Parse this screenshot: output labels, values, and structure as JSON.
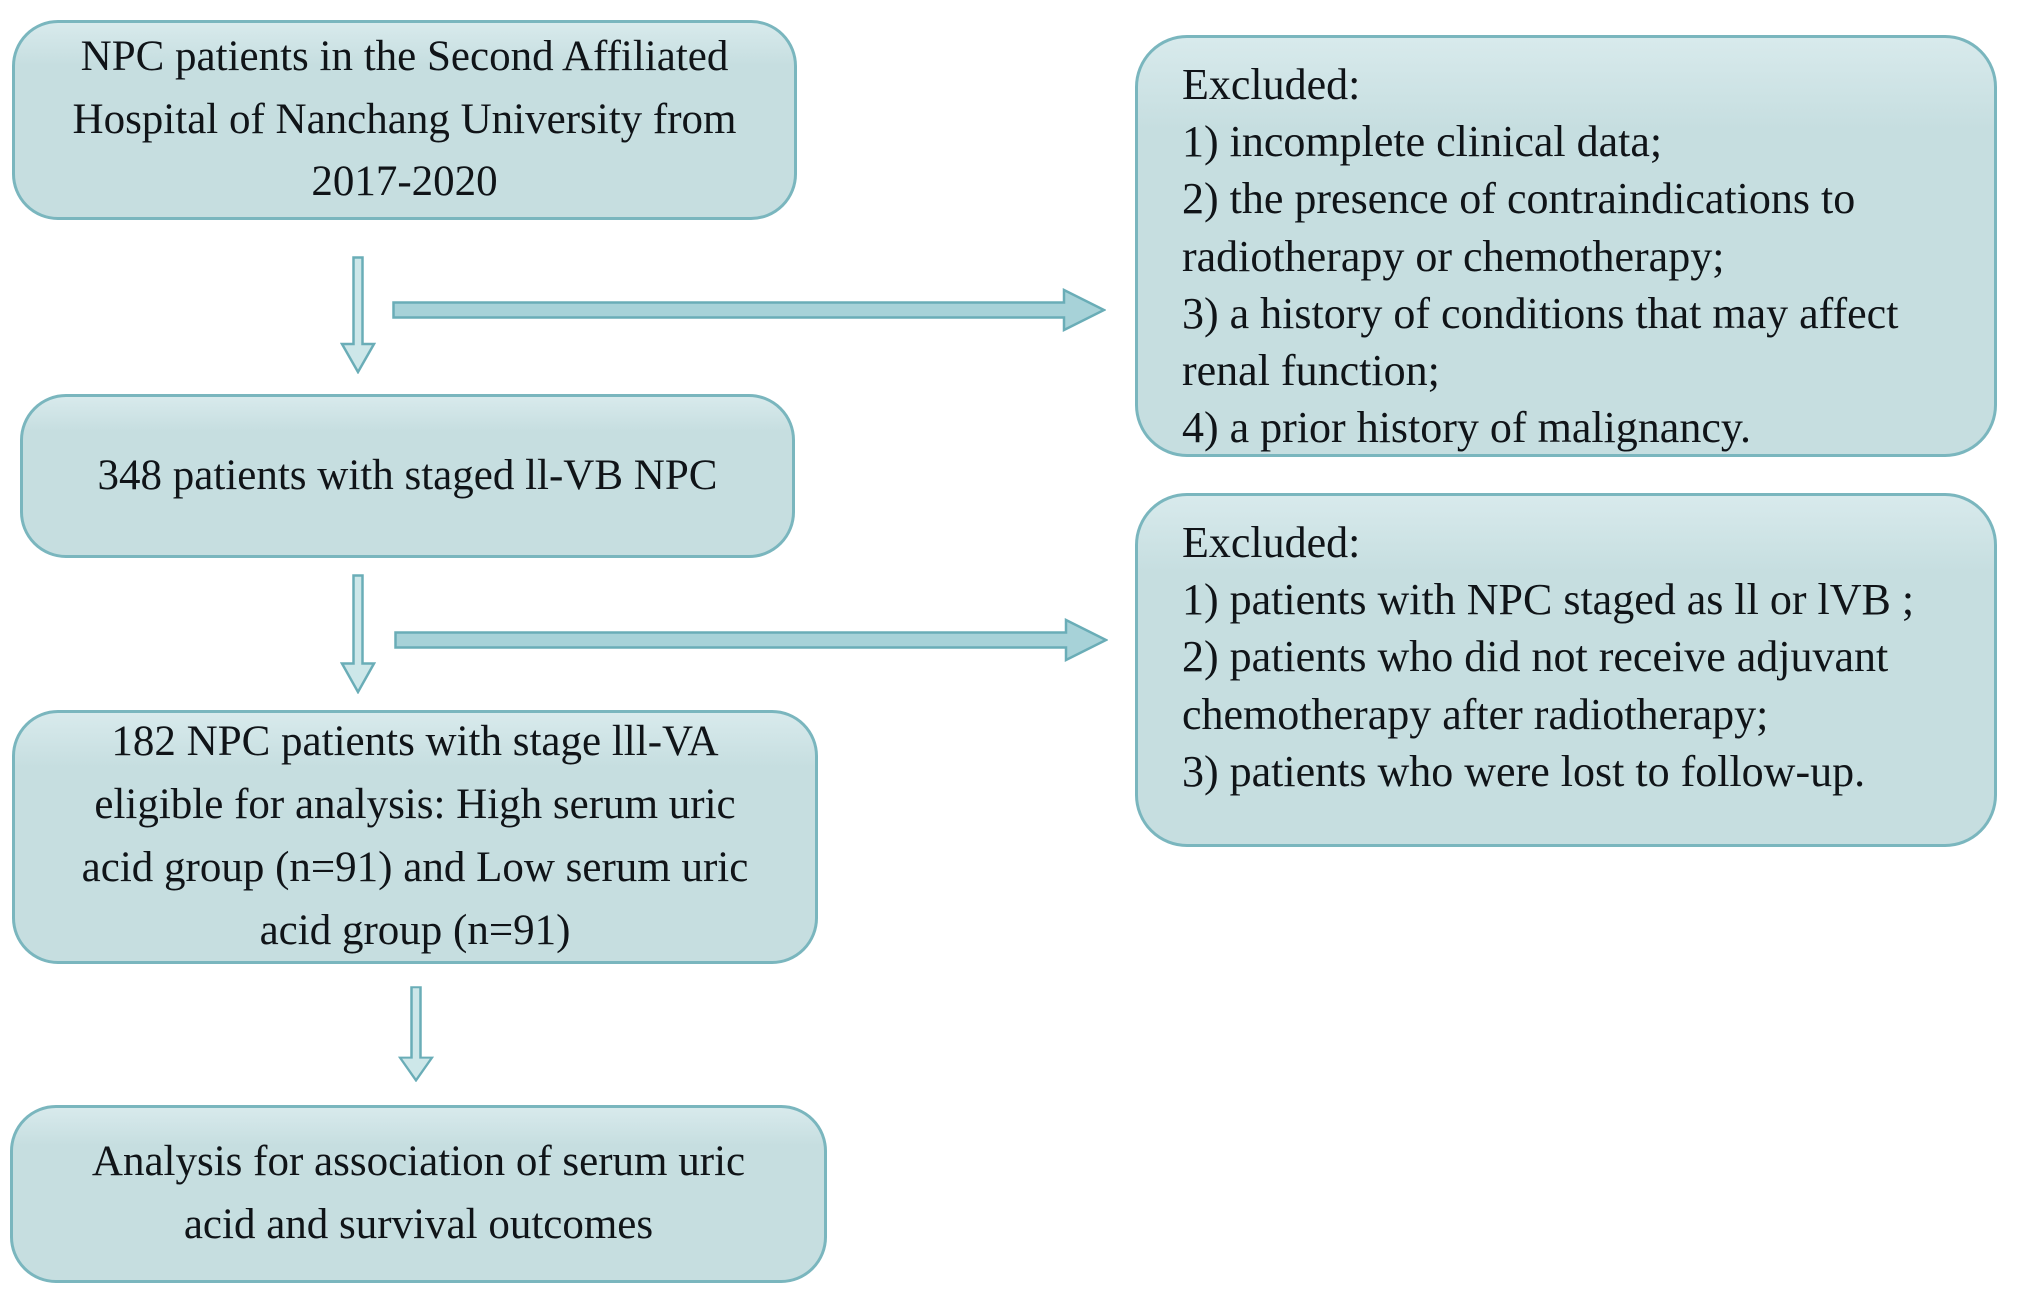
{
  "palette": {
    "background": "#ffffff",
    "box_fill": "#c6dee0",
    "box_fill_light": "#d8eaec",
    "box_border": "#7ab6be",
    "arrow_fill": "#a7d2d8",
    "arrow_fill_light": "#cde7e9",
    "arrow_border": "#6aadb7",
    "text": "#101418"
  },
  "flow": {
    "left": [
      {
        "text": "NPC patients in the Second Affiliated Hospital of Nanchang University from 2017-2020"
      },
      {
        "text": "348 patients with staged ll-VB NPC"
      },
      {
        "text": "182 NPC patients with stage lll-VA eligible for analysis: High serum uric acid group (n=91) and Low serum uric acid group (n=91)"
      },
      {
        "text": "Analysis for association of serum uric acid and survival outcomes"
      }
    ],
    "right": [
      {
        "heading": "Excluded:",
        "items": [
          "1) incomplete clinical data;",
          "2) the presence of contraindications to radiotherapy or chemotherapy;",
          "3) a history of conditions that may affect renal function;",
          "4) a prior history of malignancy."
        ]
      },
      {
        "heading": "Excluded:",
        "items": [
          "1) patients with NPC staged as ll or lVB ;",
          "2) patients who did not receive adjuvant chemotherapy after radiotherapy;",
          "3) patients who were lost to follow-up."
        ]
      }
    ]
  }
}
